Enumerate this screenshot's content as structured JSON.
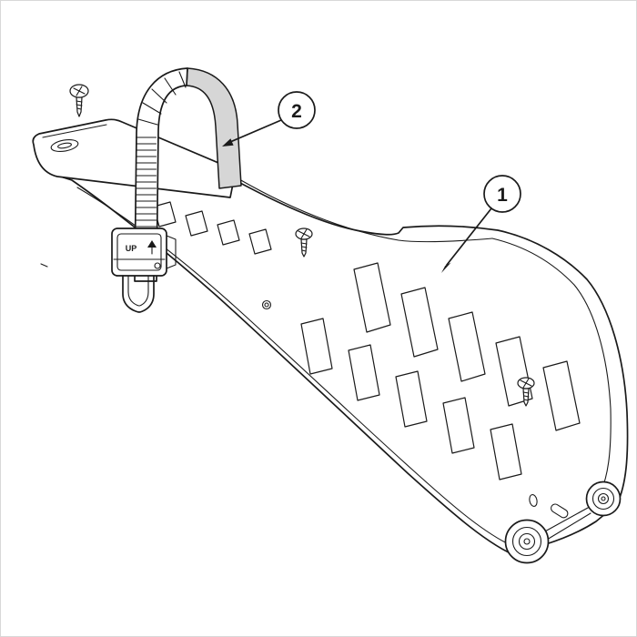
{
  "diagram": {
    "background": "#ffffff",
    "line_color": "#1a1a1a",
    "strap_fill": "#d6d6d6",
    "buckle_label": "UP",
    "callouts": [
      {
        "label": "1"
      },
      {
        "label": "2"
      }
    ]
  }
}
